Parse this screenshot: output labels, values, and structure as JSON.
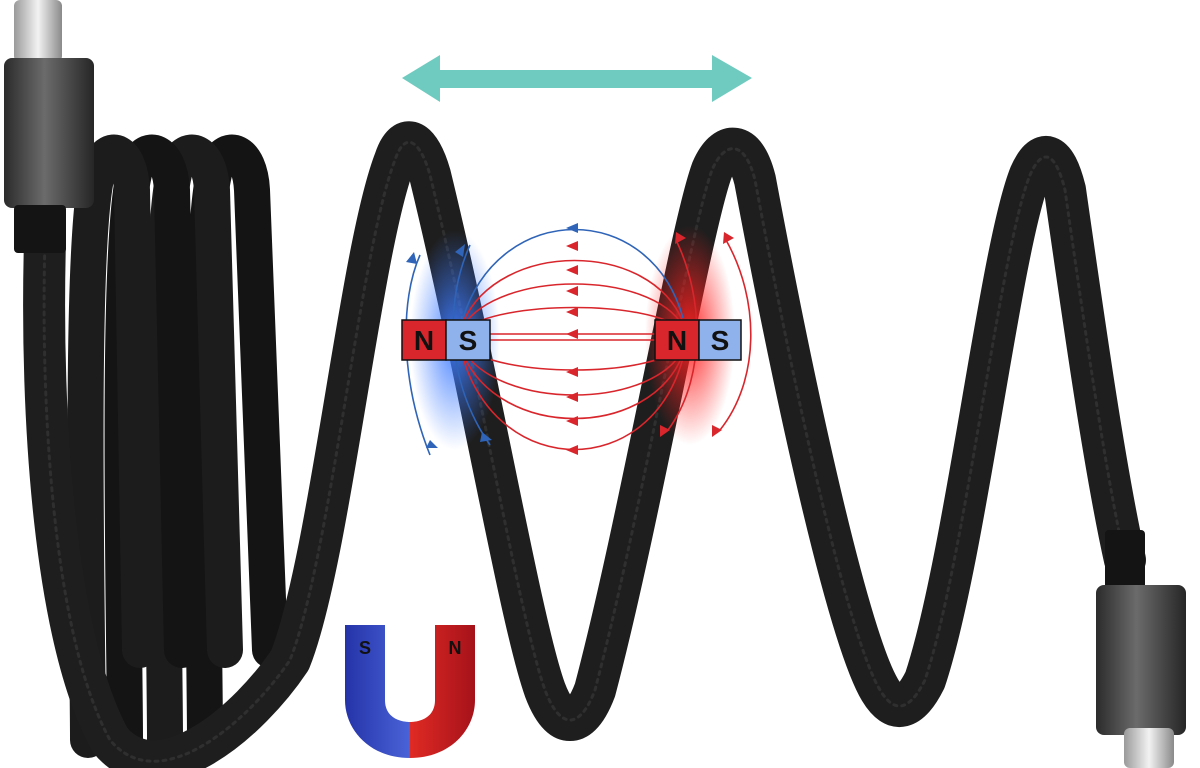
{
  "magnets": {
    "left": {
      "north_label": "N",
      "south_label": "S"
    },
    "right": {
      "north_label": "N",
      "south_label": "S"
    }
  },
  "horseshoe": {
    "south_label": "S",
    "north_label": "N"
  },
  "colors": {
    "cable": "#1f1f1f",
    "north": "#d8262c",
    "south": "#2f64b8",
    "arrow": "#6fcbbf",
    "connector": "#4a4a4a",
    "connector_tip": "#d9d9d9"
  },
  "icons": {
    "double_arrow": "double-arrow-icon",
    "horseshoe_magnet": "horseshoe-magnet-icon",
    "usb_c_connector": "usb-c-connector-icon"
  }
}
